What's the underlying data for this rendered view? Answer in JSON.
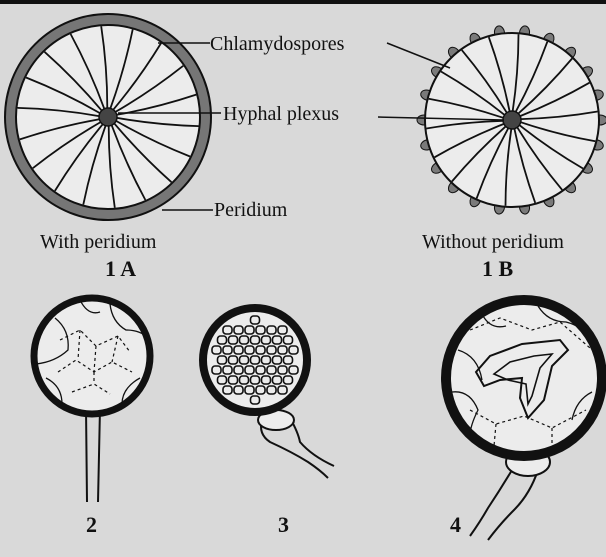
{
  "labels": {
    "chlamydospores": "Chlamydospores",
    "hyphal_plexus": "Hyphal plexus",
    "peridium": "Peridium"
  },
  "captions": {
    "with_peridium": "With peridium",
    "without_peridium": "Without peridium"
  },
  "figure_numbers": {
    "fig_1a": "1 A",
    "fig_1b": "1 B",
    "fig_2": "2",
    "fig_3": "3",
    "fig_4": "4"
  },
  "colors": {
    "background": "#d9d9d9",
    "ink": "#111111",
    "peridium": "#7a7a7a",
    "spore_fill": "#ececec"
  }
}
